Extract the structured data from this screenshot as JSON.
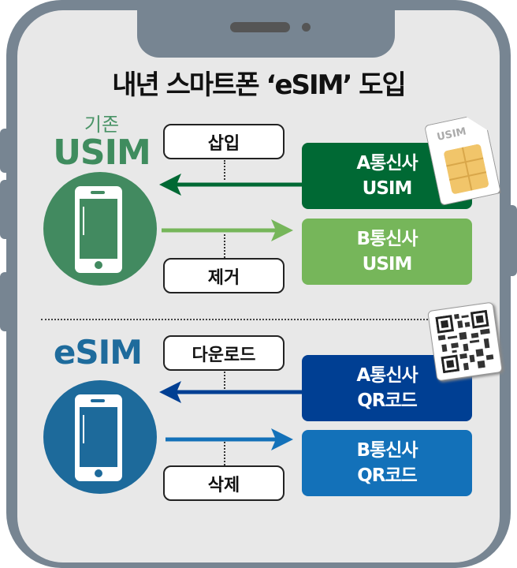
{
  "title": "내년 스마트폰 ‘eSIM’ 도입",
  "usim": {
    "caption": "기존",
    "heading": "USIM",
    "insert_label": "삽입",
    "remove_label": "제거",
    "card_a": {
      "line1": "A통신사",
      "line2": "USIM"
    },
    "card_b": {
      "line1": "B통신사",
      "line2": "USIM"
    },
    "sim_chip_text": "USIM"
  },
  "esim": {
    "heading": "eSIM",
    "download_label": "다운로드",
    "delete_label": "삭제",
    "card_a": {
      "line1": "A통신사",
      "line2": "QR코드"
    },
    "card_b": {
      "line1": "B통신사",
      "line2": "QR코드"
    }
  },
  "colors": {
    "usim_dark": "#006934",
    "usim_light": "#76b65a",
    "usim_circle": "#428a60",
    "esim_dark": "#003f93",
    "esim_light": "#1371b9",
    "esim_circle": "#1d6a9b"
  }
}
